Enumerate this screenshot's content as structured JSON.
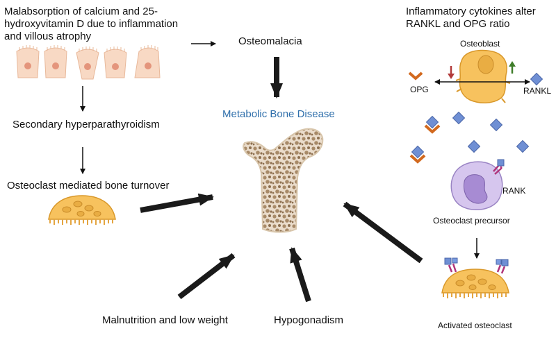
{
  "labels": {
    "malabsorption": "Malabsorption of calcium and 25-hydroxyvitamin D due to inflammation and villous atrophy",
    "osteomalacia": "Osteomalacia",
    "metabolic_bone_disease": "Metabolic Bone Disease",
    "secondary_hyperparathyroidism": "Secondary hyperparathyroidism",
    "osteoclast_turnover": "Osteoclast mediated bone turnover",
    "malnutrition": "Malnutrition and low weight",
    "hypogonadism": "Hypogonadism",
    "cytokines": "Inflammatory cytokines alter RANKL and OPG ratio",
    "osteoblast": "Osteoblast",
    "opg": "OPG",
    "rankl": "RANKL",
    "rank": "RANK",
    "osteoclast_precursor": "Osteoclast precursor",
    "activated_osteoclast": "Activated osteoclast"
  },
  "colors": {
    "title_blue": "#2f6fab",
    "cell_peach": "#f8d9c4",
    "nucleus": "#e4957c",
    "osteoclast_yellow": "#f7c25e",
    "osteoclast_edge": "#d9982a",
    "bone_brown": "#a88a68",
    "bone_light": "#eadccb",
    "rankl_blue": "#6f8fd4",
    "opg_orange": "#d2691e",
    "precursor_purple": "#bfa8de",
    "receptor_magenta": "#b0347a",
    "arrow_down_red": "#b23a3a",
    "arrow_up_green": "#3f7d2a"
  }
}
